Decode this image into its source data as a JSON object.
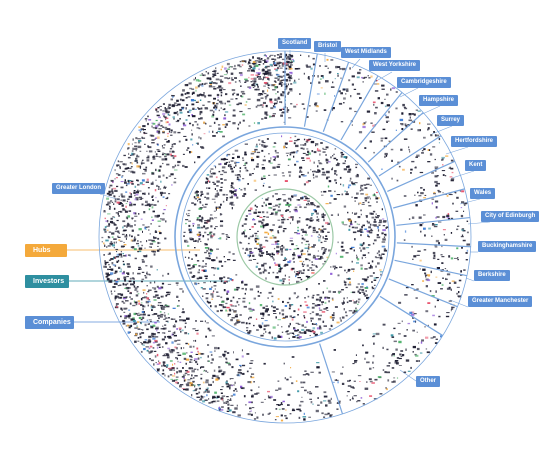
{
  "legend": {
    "hubs": {
      "label": "Hubs",
      "color": "#f4a93b"
    },
    "investors": {
      "label": "Investors",
      "color": "#2e8fa0"
    },
    "companies": {
      "label": "Companies",
      "color": "#5b8fd6"
    }
  },
  "regions": {
    "scotland": "Scotland",
    "bristol": "Bristol",
    "west_midlands": "West Midlands",
    "west_yorkshire": "West Yorkshire",
    "cambridgeshire": "Cambridgeshire",
    "hampshire": "Hampshire",
    "surrey": "Surrey",
    "hertfordshire": "Hertfordshire",
    "kent": "Kent",
    "wales": "Wales",
    "city_of_edinburgh": "City of Edinburgh",
    "buckinghamshire": "Buckinghamshire",
    "berkshire": "Berkshire",
    "greater_manchester": "Greater Manchester",
    "other": "Other",
    "greater_london": "Greater London"
  },
  "colors": {
    "ring_stroke": "#7aa6dd",
    "dot_dark": "#1b1b2f",
    "dot_accents": [
      "#3a7bd5",
      "#e8506b",
      "#f4a93b",
      "#2e8fa0",
      "#8e5bd6",
      "#50b36b"
    ]
  }
}
